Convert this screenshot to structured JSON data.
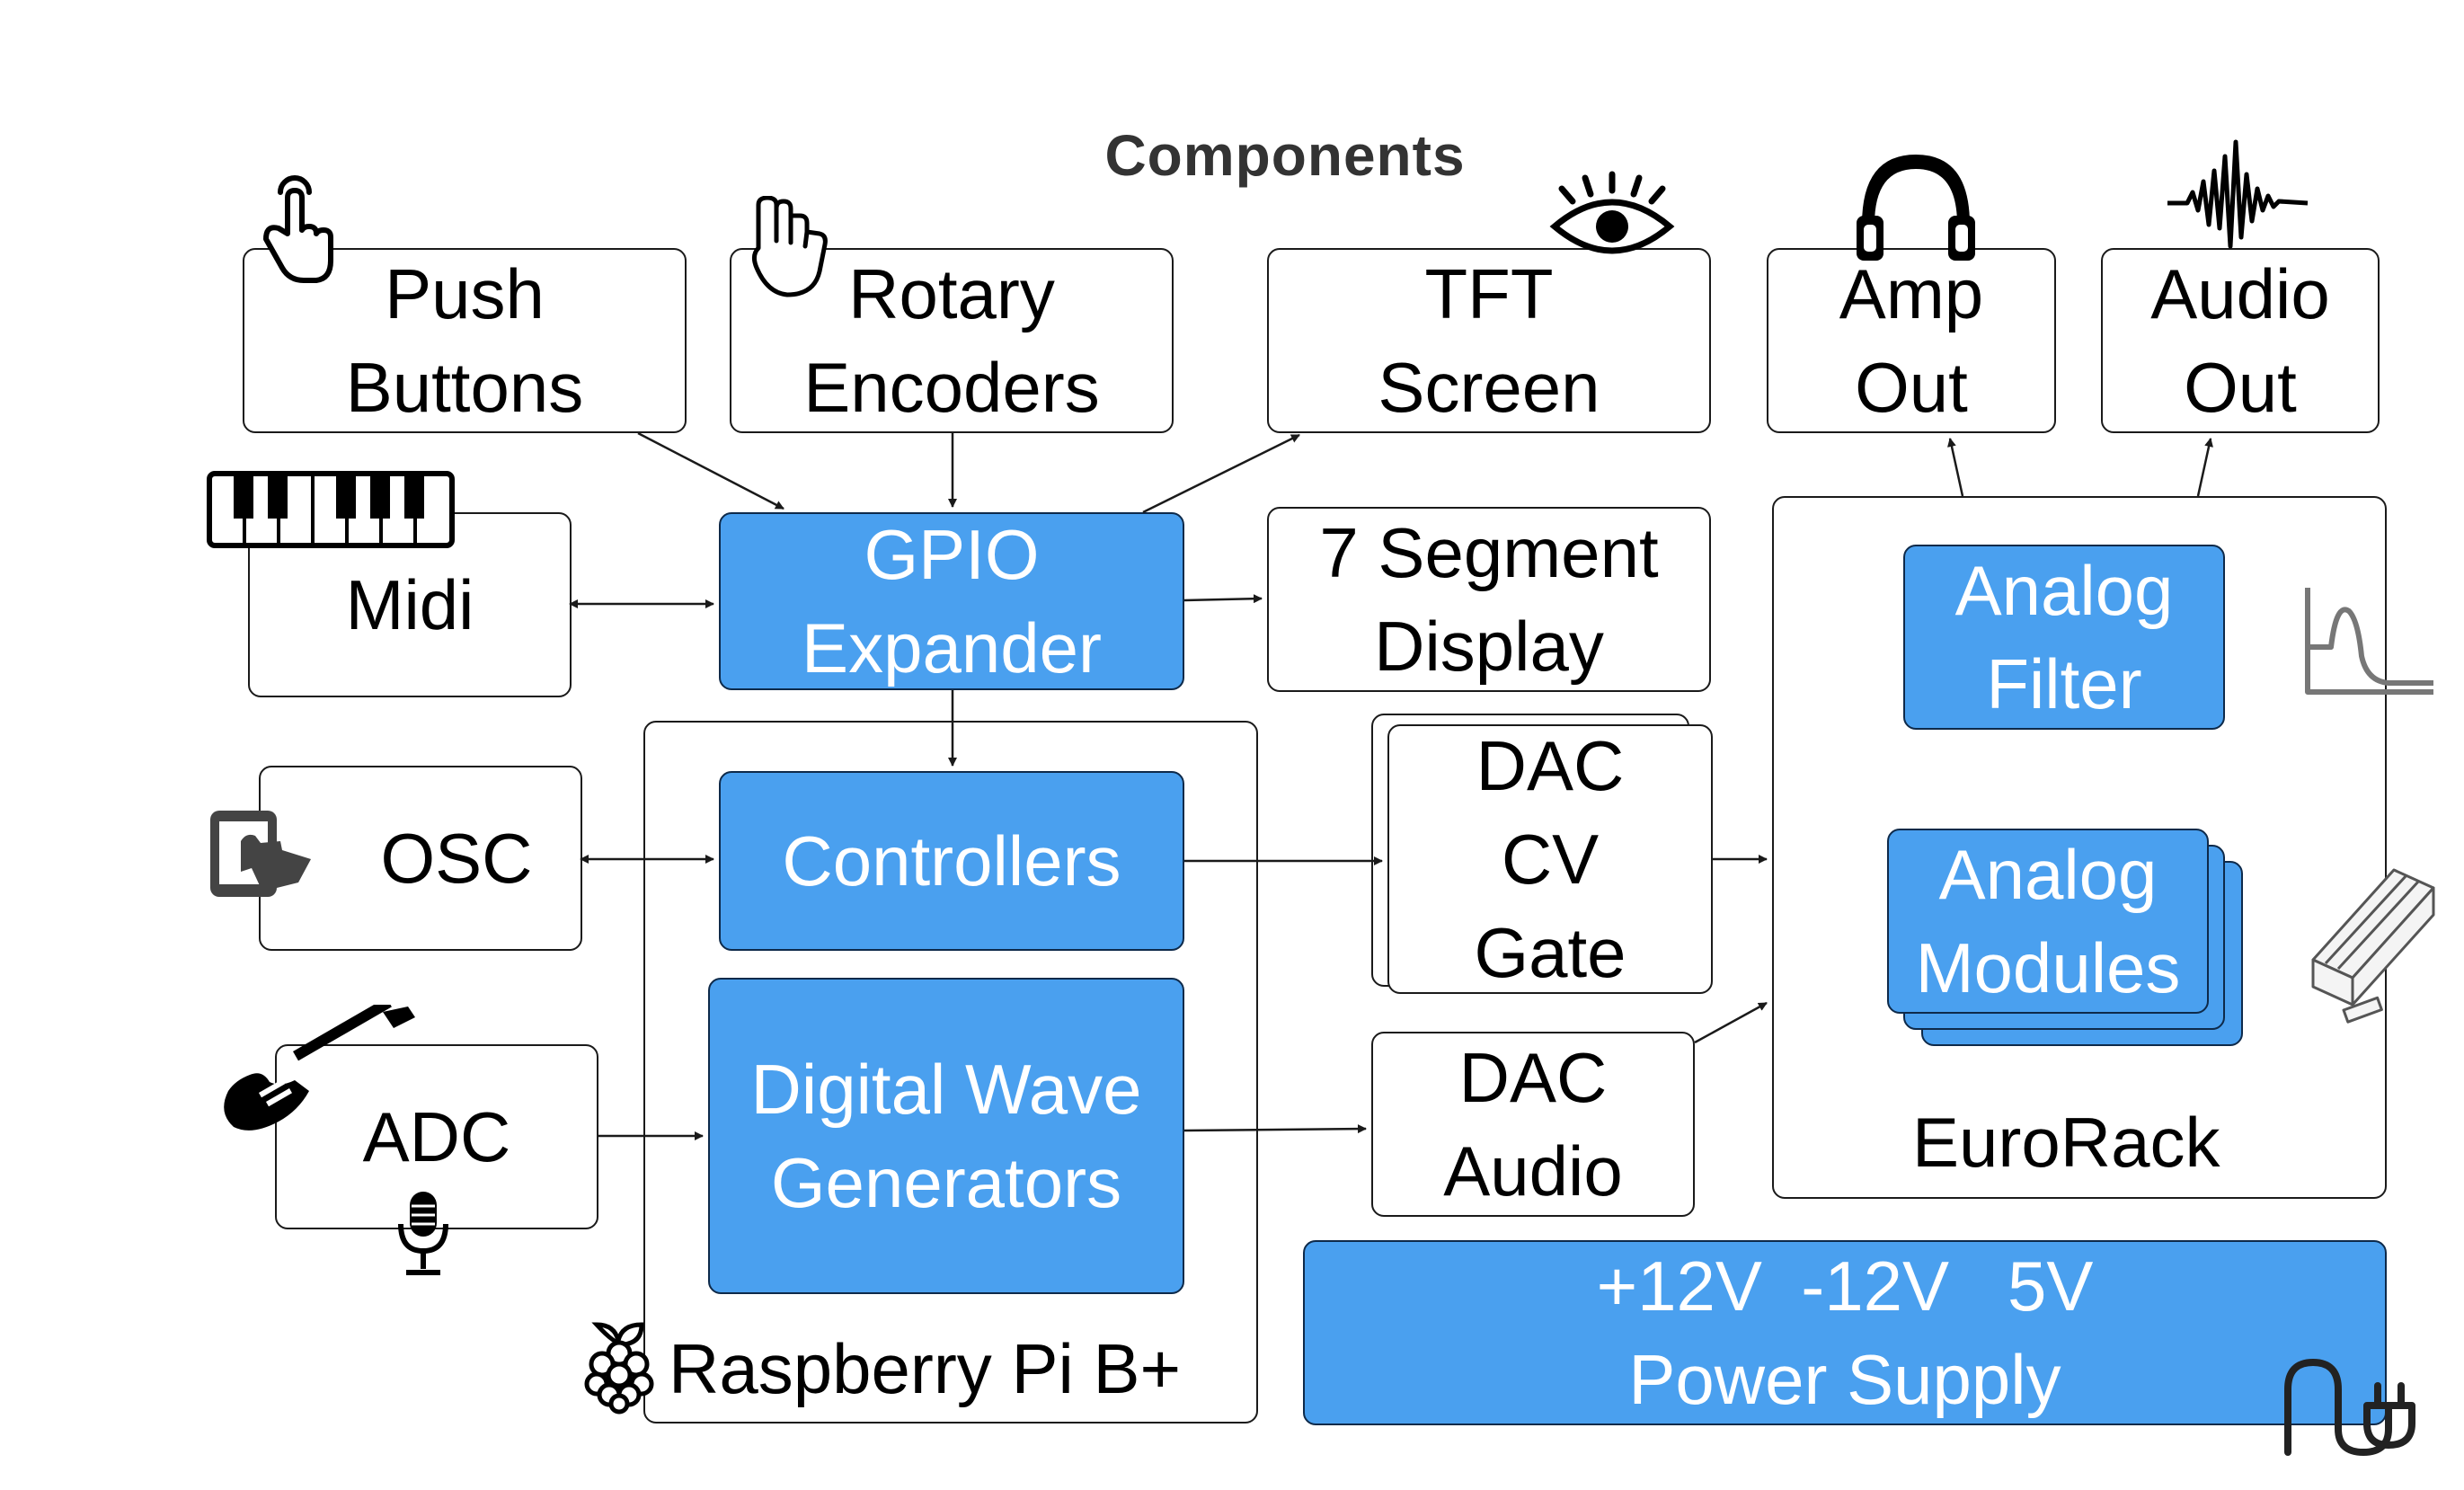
{
  "title": "Components",
  "nodes": {
    "push_buttons": [
      "Push",
      "Buttons"
    ],
    "rotary_encoders": [
      "Rotary",
      "Encoders"
    ],
    "tft_screen": [
      "TFT",
      "Screen"
    ],
    "amp_out": [
      "Amp",
      "Out"
    ],
    "audio_out": [
      "Audio",
      "Out"
    ],
    "midi": [
      "Midi"
    ],
    "gpio_expander": [
      "GPIO",
      "Expander"
    ],
    "seven_segment": [
      "7 Segment",
      "Display"
    ],
    "osc": [
      "OSC"
    ],
    "controllers": [
      "Controllers"
    ],
    "dac_cv_gate": [
      "DAC",
      "CV",
      "Gate"
    ],
    "adc": [
      "ADC"
    ],
    "digital_wave": [
      "Digital Wave",
      "Generators"
    ],
    "dac_audio": [
      "DAC",
      "Audio"
    ],
    "analog_filter": [
      "Analog",
      "Filter"
    ],
    "analog_modules": [
      "Analog",
      "Modules"
    ],
    "raspberry_pi": "Raspberry Pi B+",
    "eurorack": "EuroRack",
    "power_supply": [
      "+12V  -12V   5V",
      "Power Supply"
    ]
  },
  "colors": {
    "accent_blue": "#4aa0ef",
    "border": "#1a1a1a",
    "title": "#333333"
  },
  "icons": [
    "pointing-hand-icon",
    "rotary-hand-icon",
    "eye-icon",
    "headphones-icon",
    "waveform-icon",
    "piano-keys-icon",
    "tablet-touch-icon",
    "guitar-icon",
    "microphone-icon",
    "raspberry-icon",
    "filter-curve-icon",
    "eurorack-rail-icon",
    "power-plug-icon"
  ]
}
